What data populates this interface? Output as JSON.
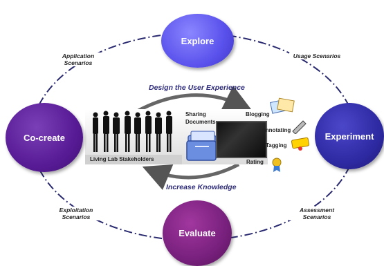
{
  "nodes": {
    "explore": "Explore",
    "cocreate": "Co-create",
    "experiment": "Experiment",
    "evaluate": "Evaluate"
  },
  "scenarios": {
    "application": "Application Scenarios",
    "usage": "Usage Scenarios",
    "exploitation": "Exploitation Scenarios",
    "assessment": "Assessment Scenarios"
  },
  "center": {
    "design": "Design the User Experience",
    "increase": "Increase Knowledge",
    "stakeholders": "Living Lab Stakeholders",
    "sharing": "Sharing Documents",
    "blogging": "Blogging",
    "annotating": "Annotating",
    "tagging": "Tagging",
    "rating": "Rating"
  },
  "colors": {
    "explore": "#5a52ec",
    "cocreate": "#581b96",
    "experiment": "#2e2aa3",
    "evaluate": "#78207d",
    "cycle_line": "#2a2a70"
  }
}
